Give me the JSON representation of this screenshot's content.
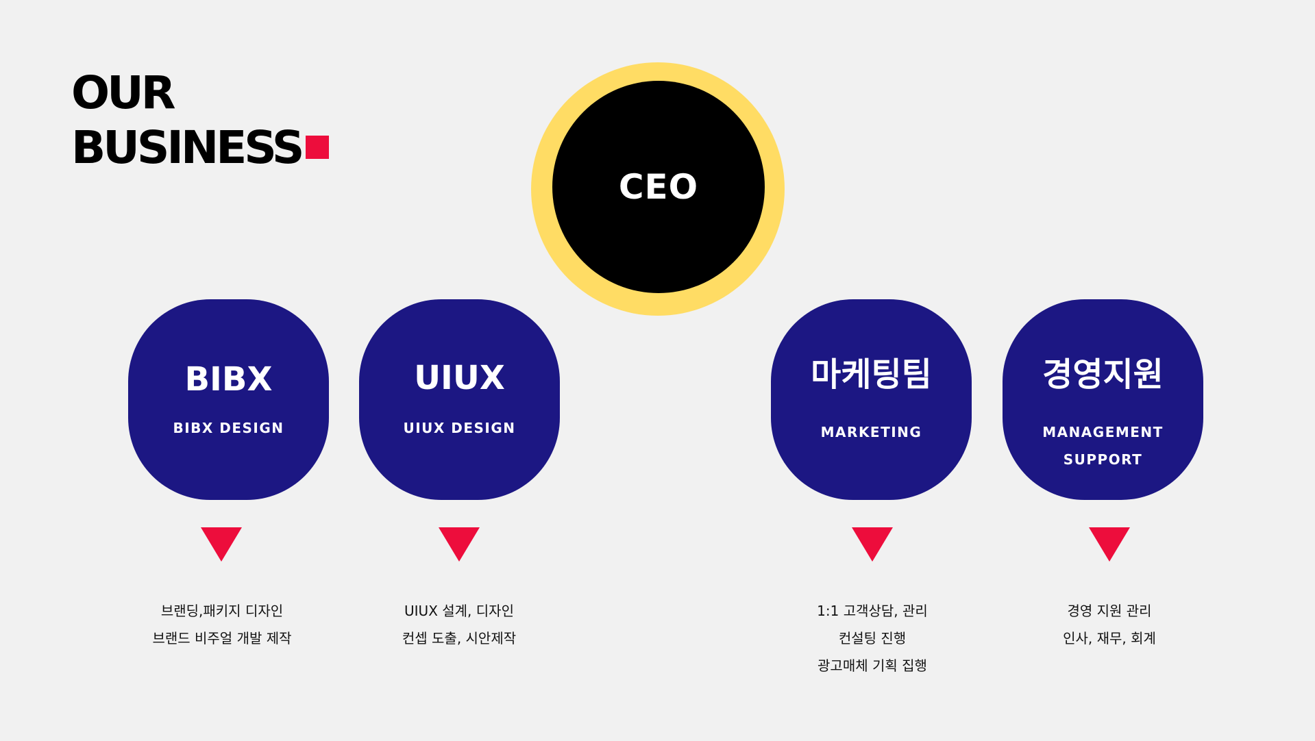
{
  "title": {
    "line1": "OUR",
    "line2": "BUSINESS"
  },
  "colors": {
    "background": "#f1f1f1",
    "accent_red": "#ed0d3c",
    "ceo_ring": "#ffdc64",
    "ceo_core": "#000000",
    "department": "#1c1783"
  },
  "ceo": {
    "label": "CEO"
  },
  "departments": [
    {
      "name": "BIBX",
      "subtitle": [
        "BIBX DESIGN"
      ],
      "description": [
        "브랜딩,패키지 디자인",
        "브랜드 비주얼 개발 제작"
      ]
    },
    {
      "name": "UIUX",
      "subtitle": [
        "UIUX DESIGN"
      ],
      "description": [
        "UIUX 설계, 디자인",
        "컨셉 도출, 시안제작"
      ]
    },
    {
      "name": "마케팅팀",
      "subtitle": [
        "MARKETING"
      ],
      "description": [
        "1:1 고객상담, 관리",
        "컨설팅 진행",
        "광고매체 기획 집행"
      ]
    },
    {
      "name": "경영지원",
      "subtitle": [
        "MANAGEMENT",
        "SUPPORT"
      ],
      "description": [
        "경영 지원 관리",
        "인사, 재무, 회계"
      ]
    }
  ]
}
